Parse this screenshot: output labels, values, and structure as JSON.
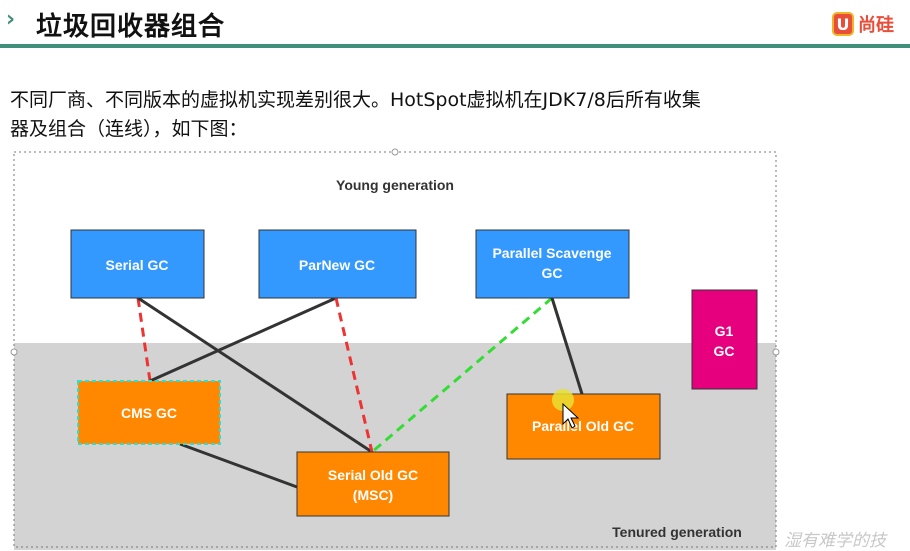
{
  "header": {
    "title": "垃圾回收器组合",
    "logo_mark": "U",
    "logo_text": "尚硅"
  },
  "intro": {
    "line1": "不同厂商、不同版本的虚拟机实现差别很大。HotSpot虚拟机在JDK7/8后所有收集",
    "line2": "器及组合（连线），如下图："
  },
  "diagram": {
    "young_label": "Young generation",
    "tenured_label": "Tenured generation",
    "boxes": {
      "serial": "Serial GC",
      "parnew": "ParNew GC",
      "parallel_scavenge_line1": "Parallel Scavenge",
      "parallel_scavenge_line2": "GC",
      "g1_line1": "G1",
      "g1_line2": "GC",
      "cms": "CMS GC",
      "serial_old_line1": "Serial Old GC",
      "serial_old_line2": "(MSC)",
      "parallel_old": "Parallel Old GC"
    },
    "colors": {
      "young_box": "#3399ff",
      "tenured_box": "#ff8800",
      "g1_box": "#e6007e",
      "tenured_area": "#d3d3d3",
      "solid_link": "#333333",
      "red_dashed_link": "#ee3333",
      "green_dashed_link": "#33dd33"
    }
  },
  "watermark": "湿有难学的技"
}
